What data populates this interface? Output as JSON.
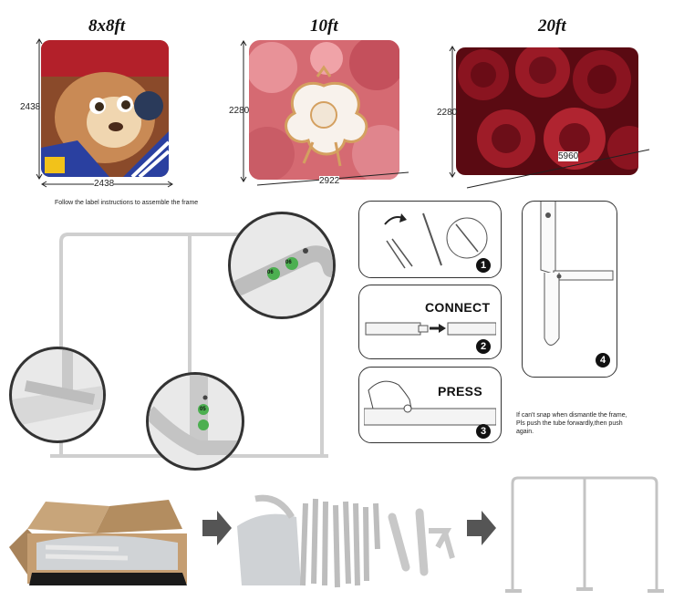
{
  "sizes": [
    {
      "title": "8x8ft",
      "height_label": "2438",
      "width_label": "2438"
    },
    {
      "title": "10ft",
      "height_label": "2280",
      "width_label": "2922"
    },
    {
      "title": "20ft",
      "height_label": "2280",
      "width_label": "5960"
    }
  ],
  "caption": "Follow the label instructions to assemble the frame",
  "steps": {
    "connect_label": "CONNECT",
    "press_label": "PRESS",
    "numbers": [
      "1",
      "2",
      "3",
      "4"
    ]
  },
  "frame_labels": {
    "tube_a": "06",
    "tube_b": "06",
    "tube_c": "05"
  },
  "tips": {
    "line1": "If can't snap when dismantle the frame,",
    "line2": "Pls push the tube forwardly,then push",
    "line3": "again."
  },
  "icons": [
    "right-arrow-icon",
    "right-arrow-icon"
  ],
  "colors": {
    "frame": "#cfcfcf",
    "arrow": "#555555",
    "badge": "#4caf50"
  }
}
